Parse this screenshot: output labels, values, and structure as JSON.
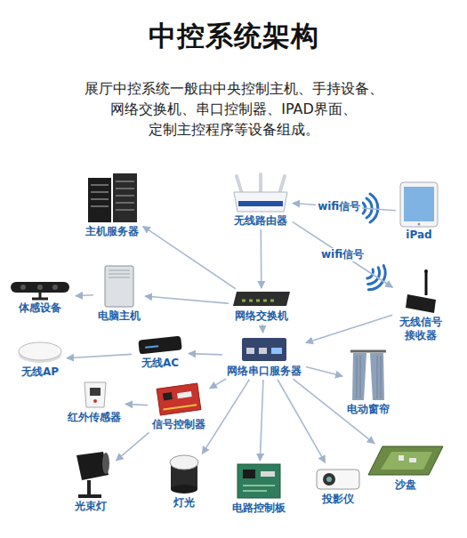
{
  "diagram": {
    "title": "中控系统架构",
    "caption": "展厅中控系统一般由中央控制主机、手持设备、 网络交换机、串口控制器、IPAD界面、 定制主控程序等设备组成。",
    "nodes": [
      {
        "text": [
          "主机服务器"
        ]
      },
      {
        "text": [
          "无线路由器"
        ]
      },
      {
        "text": [
          "iPad"
        ]
      },
      {
        "text": [
          "体感设备"
        ]
      },
      {
        "text": [
          "电脑主机"
        ]
      },
      {
        "text": [
          "网络交换机"
        ]
      },
      {
        "text": [
          "无线信号 接收器"
        ]
      },
      {
        "text": [
          "无线AP"
        ]
      },
      {
        "text": [
          "无线AC"
        ]
      },
      {
        "text": [
          "网络串口服务器"
        ]
      },
      {
        "text": [
          "红外传感器"
        ]
      },
      {
        "text": [
          "电动窗帘"
        ]
      },
      {
        "text": [
          "信号控制器"
        ]
      },
      {
        "text": [
          "光束灯"
        ]
      },
      {
        "text": [
          "灯光"
        ]
      },
      {
        "text": [
          "电路控制板"
        ]
      },
      {
        "text": [
          "投影仪"
        ]
      },
      {
        "text": [
          "沙盘"
        ]
      }
    ],
    "edges": [
      {
        "from": 5,
        "to": 0,
        "arrow": "to"
      },
      {
        "from": 1,
        "to": 5,
        "arrow": "to"
      },
      {
        "from": 2,
        "to": 1,
        "label": "wifi信号",
        "arrow": "to"
      },
      {
        "from": 1,
        "to": 6,
        "label": "wifi信号",
        "arrow": "to"
      },
      {
        "from": 5,
        "to": 4,
        "arrow": "to"
      },
      {
        "from": 4,
        "to": 3,
        "arrow": "to"
      },
      {
        "from": 5,
        "to": 9,
        "arrow": "to"
      },
      {
        "from": 6,
        "to": 9,
        "arrow": "to"
      },
      {
        "from": 9,
        "to": 8,
        "arrow": "to"
      },
      {
        "from": 8,
        "to": 7,
        "arrow": "to"
      },
      {
        "from": 9,
        "to": 11,
        "arrow": "to"
      },
      {
        "from": 9,
        "to": 12,
        "arrow": "to"
      },
      {
        "from": 12,
        "to": 10,
        "arrow": "to"
      },
      {
        "from": 12,
        "to": 13,
        "arrow": "to"
      },
      {
        "from": 9,
        "to": 14,
        "arrow": "to"
      },
      {
        "from": 9,
        "to": 15,
        "arrow": "to"
      },
      {
        "from": 9,
        "to": 16,
        "arrow": "to"
      },
      {
        "from": 9,
        "to": 17,
        "arrow": "to"
      }
    ]
  }
}
